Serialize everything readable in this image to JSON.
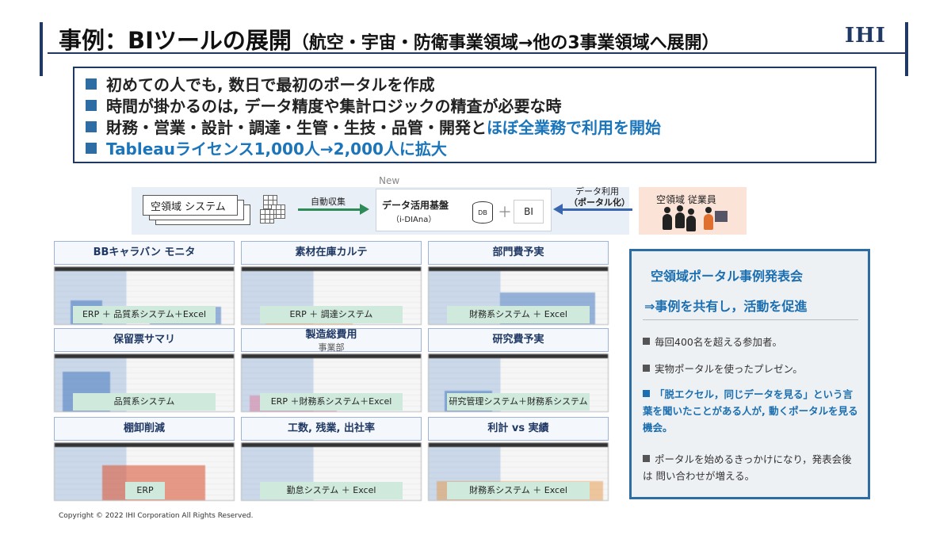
{
  "header": {
    "title_main": "事例：BIツールの展開",
    "title_sub": "（航空・宇宙・防衛事業領域→他の3事業領域へ展開）",
    "logo": "IHI"
  },
  "bullets": [
    {
      "text": "初めての人でも, 数日で最初のポータルを作成",
      "highlight": ""
    },
    {
      "text": "時間が掛かるのは, データ精度や集計ロジックの精査が必要な時",
      "highlight": ""
    },
    {
      "text": "財務・営業・設計・調達・生管・生技・品管・開発と",
      "highlight": "ほぼ全業務で利用を開始"
    },
    {
      "text": "",
      "highlight": "Tableauライセンス1,000人→2,000人に拡大"
    }
  ],
  "diagram": {
    "source_system": "空領域 システム",
    "collect_label": "自動収集",
    "new_label": "New",
    "platform_title": "データ活用基盤",
    "platform_sub": "（i-DIAna）",
    "db_label": "DB",
    "plus": "＋",
    "bi_label": "BI",
    "use_label_1": "データ利用",
    "use_label_2": "（ポータル化）",
    "employees": "空領域 従業員"
  },
  "cards": [
    {
      "title": "BBキャラバン モニタ",
      "tag": "ERP ＋ 品質系システム＋Excel"
    },
    {
      "title": "素材在庫カルテ",
      "tag": "ERP ＋ 調達システム"
    },
    {
      "title": "部門費予実",
      "tag": "財務系システム ＋ Excel"
    },
    {
      "title": "保留票サマリ",
      "tag": "品質系システム"
    },
    {
      "title": "製造総費用",
      "subtitle": "事業部",
      "tag": "ERP ＋財務系システム＋Excel"
    },
    {
      "title": "研究費予実",
      "tag": "研究管理システム＋財務系システム"
    },
    {
      "title": "棚卸削減",
      "tag": "ERP"
    },
    {
      "title": "工数, 残業, 出社率",
      "tag": "勤怠システム ＋ Excel"
    },
    {
      "title": "利計 vs 実績",
      "tag": "財務系システム ＋ Excel"
    }
  ],
  "panel": {
    "title": "空領域ポータル事例発表会",
    "subtitle": "⇒事例を共有し，活動を促進",
    "items": [
      {
        "text": "毎回400名を超える参加者。",
        "emphasis": false
      },
      {
        "text": "実物ポータルを使ったプレゼン。",
        "emphasis": false
      },
      {
        "text": "「脱エクセル，同じデータを見る」という言葉を聞いたことがある人が, 動くポータルを見る機会。",
        "emphasis": true
      },
      {
        "text": "ポータルを始めるきっかけになり，発表会後は 問い合わせが増える。",
        "emphasis": false
      }
    ]
  },
  "footer": {
    "copyright": "Copyright © 2022 IHI Corporation All Rights Reserved."
  },
  "colors": {
    "navy": "#1f3864",
    "accent_blue": "#1b75bb",
    "tag_green": "#cfe9dd",
    "flow_green": "#2e8b57",
    "employee_bg": "#fbe3d8"
  }
}
